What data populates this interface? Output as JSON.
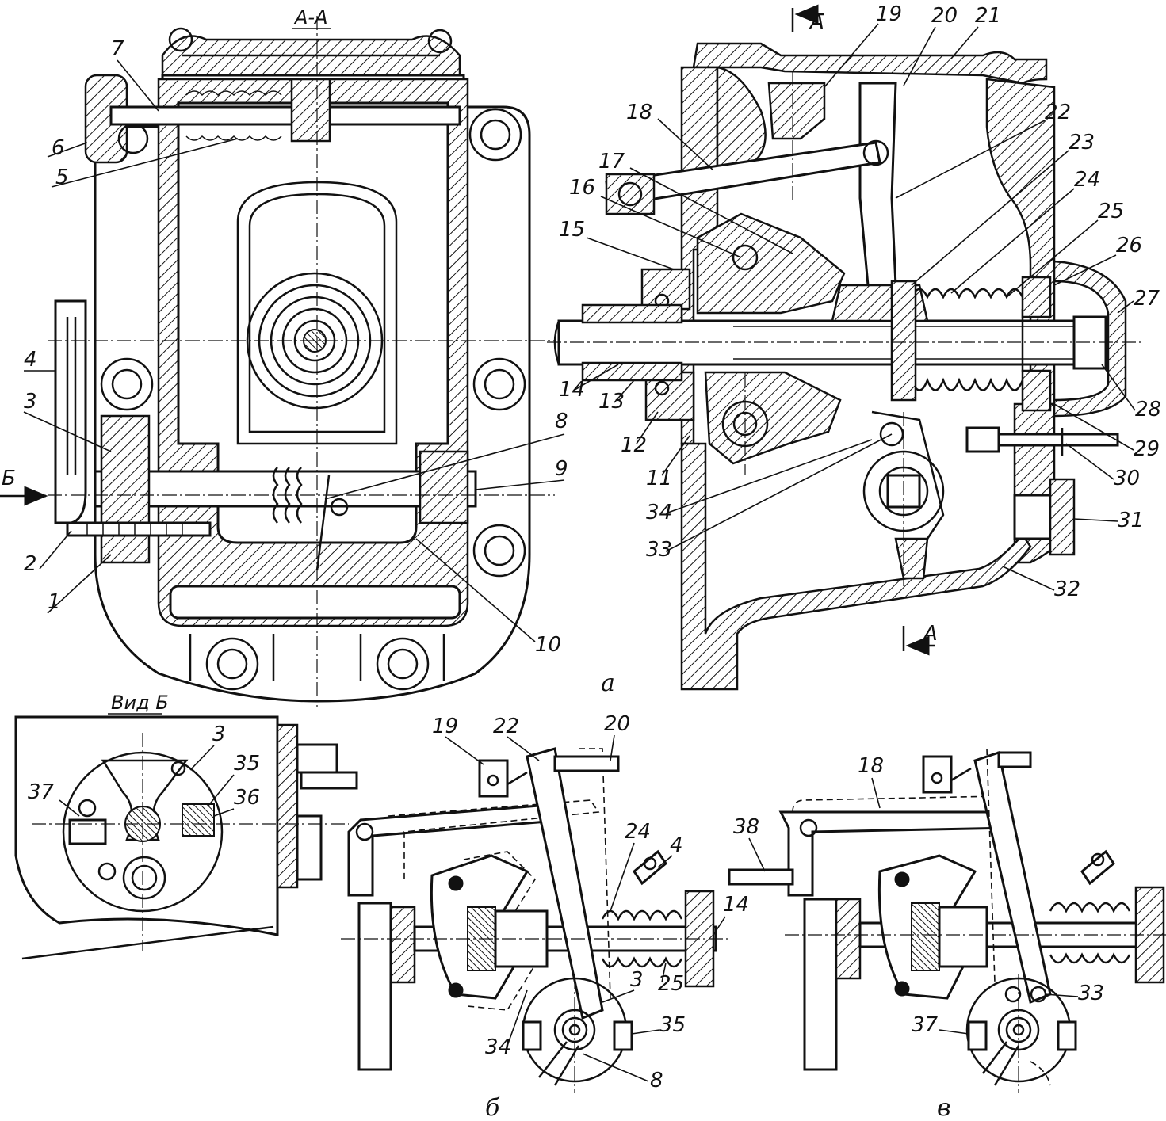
{
  "figure": {
    "section_label": "А-А",
    "view_label": "Вид Б",
    "view_arrow_letter": "Б",
    "section_marker_letter": "А",
    "panel_captions": {
      "a": "а",
      "b": "б",
      "v": "в"
    }
  },
  "callouts": {
    "view_aa": [
      "1",
      "2",
      "3",
      "4",
      "5",
      "6",
      "7",
      "8",
      "9",
      "10"
    ],
    "view_main": [
      "11",
      "12",
      "13",
      "14",
      "15",
      "16",
      "17",
      "18",
      "19",
      "20",
      "21",
      "22",
      "23",
      "24",
      "25",
      "26",
      "27",
      "28",
      "29",
      "30",
      "31",
      "32",
      "33",
      "34"
    ],
    "view_b": [
      "3",
      "35",
      "36",
      "37"
    ],
    "view_bb": [
      "19",
      "22",
      "20",
      "24",
      "4",
      "14",
      "3",
      "25",
      "35",
      "34",
      "8"
    ],
    "view_vv": [
      "18",
      "38",
      "33",
      "37"
    ]
  }
}
